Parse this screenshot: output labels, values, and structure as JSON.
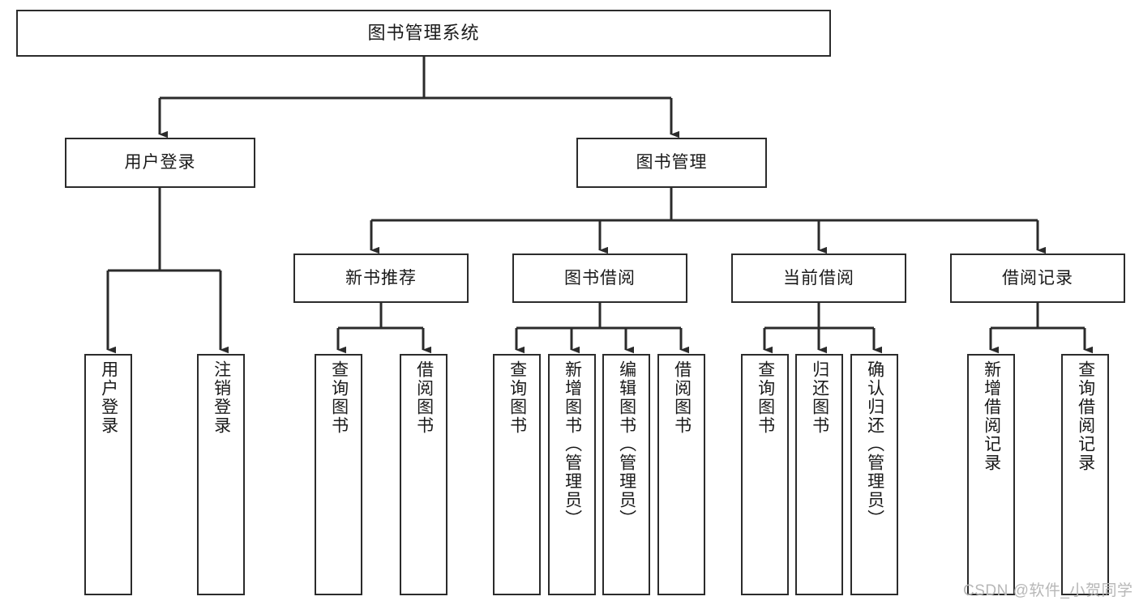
{
  "diagram": {
    "title": "图书管理系统",
    "type": "tree",
    "watermark": "CSDN @软件_小贺同学",
    "colors": {
      "box_border": "#2b2b2b",
      "box_fill": "#ffffff",
      "edge": "#2b2b2b",
      "text": "#1a1a1a",
      "watermark": "#b7b7b7",
      "background": "#ffffff"
    },
    "nodes": {
      "root": {
        "label": "图书管理系统",
        "level": 1
      },
      "l2": [
        {
          "id": "user-login",
          "label": "用户登录",
          "level": 2
        },
        {
          "id": "book-manage",
          "label": "图书管理",
          "level": 2
        }
      ],
      "l3": [
        {
          "id": "new-book-rec",
          "label": "新书推荐",
          "level": 3,
          "parent": "book-manage"
        },
        {
          "id": "book-borrow",
          "label": "图书借阅",
          "level": 3,
          "parent": "book-manage"
        },
        {
          "id": "current-borrow",
          "label": "当前借阅",
          "level": 3,
          "parent": "book-manage"
        },
        {
          "id": "borrow-record",
          "label": "借阅记录",
          "level": 3,
          "parent": "book-manage"
        }
      ],
      "leaves": [
        {
          "id": "leaf-user-login",
          "label": "用户登录",
          "parent": "user-login"
        },
        {
          "id": "leaf-logout",
          "label": "注销登录",
          "parent": "user-login"
        },
        {
          "id": "leaf-query-book-rec",
          "label": "查询图书",
          "parent": "new-book-rec"
        },
        {
          "id": "leaf-borrow-book-rec",
          "label": "借阅图书",
          "parent": "new-book-rec"
        },
        {
          "id": "leaf-query-book-borrow",
          "label": "查询图书",
          "parent": "book-borrow"
        },
        {
          "id": "leaf-add-book",
          "label": "新增图书（管理员）",
          "parent": "book-borrow"
        },
        {
          "id": "leaf-edit-book",
          "label": "编辑图书（管理员）",
          "parent": "book-borrow"
        },
        {
          "id": "leaf-borrow-book",
          "label": "借阅图书",
          "parent": "book-borrow"
        },
        {
          "id": "leaf-query-book-current",
          "label": "查询图书",
          "parent": "current-borrow"
        },
        {
          "id": "leaf-return-book",
          "label": "归还图书",
          "parent": "current-borrow"
        },
        {
          "id": "leaf-confirm-return",
          "label": "确认归还（管理员）",
          "parent": "current-borrow"
        },
        {
          "id": "leaf-add-record",
          "label": "新增借阅记录",
          "parent": "borrow-record"
        },
        {
          "id": "leaf-query-record",
          "label": "查询借阅记录",
          "parent": "borrow-record"
        }
      ]
    }
  }
}
